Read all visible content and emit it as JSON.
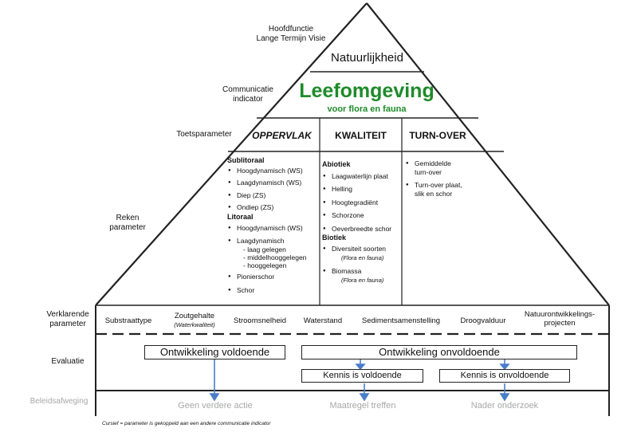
{
  "left_labels": {
    "hoofdfunctie": "Hoofdfunctie\nLange Termijn Visie",
    "communicatie": "Communicatie\nindicator",
    "toets": "Toetsparameter",
    "reken": "Reken\nparameter",
    "verklarend": "Verklarende\nparameter",
    "evaluatie": "Evaluatie",
    "beleid": "Beleidsafweging"
  },
  "apex": "Natuurlijkheid",
  "communication_indicator": {
    "title": "Leefomgeving",
    "subtitle": "voor flora en fauna"
  },
  "test_parameters": [
    "OPPERVLAK",
    "KWALITEIT",
    "TURN-OVER"
  ],
  "oppervlak": {
    "sub_heading": "Sublitoraal",
    "sub_items": [
      "Hoogdynamisch (WS)",
      "Laagdynamisch (WS)",
      "Diep (ZS)",
      "Ondiep (ZS)"
    ],
    "lit_heading": "Litoraal",
    "lit_item1": "Hoogdynamisch (WS)",
    "lit_item2": "Laagdynamisch",
    "lit_sub": [
      "- laag gelegen",
      "- middelhooggelegen",
      "- hooggelegen"
    ],
    "lit_item3": "Pionierschor",
    "lit_item4": "Schor"
  },
  "kwaliteit": {
    "abiotiek_heading": "Abiotiek",
    "abiotiek_items": [
      "Laagwaterlijn plaat",
      "Helling",
      "Hoogtegradiënt",
      "Schorzone",
      "Oeverbreedte schor"
    ],
    "biotiek_heading": "Biotiek",
    "biotiek_item1": "Diversiteit soorten",
    "biotiek_item1_note": "(Flora en fauna)",
    "biotiek_item2": "Biomassa",
    "biotiek_item2_note": "(Flora en fauna)"
  },
  "turnover": {
    "item1": "Gemiddelde\nturn-over",
    "item2": "Turn-over plaat,\nslik en schor"
  },
  "explanatory": {
    "substraat": "Substraattype",
    "zoutgehalte": "Zoutgehalte",
    "zoutgehalte_note": "(Waterkwaliteit)",
    "stroming": "Stroomsnelheid",
    "waterstand": "Waterstand",
    "sediment": "Sedimentsamenstelling",
    "droog": "Droogvalduur",
    "natuur": "Natuurontwikkelings-\nprojecten"
  },
  "evaluation": {
    "voldoende": "Ontwikkeling voldoende",
    "onvoldoende": "Ontwikkeling onvoldoende",
    "kennis_ok": "Kennis is voldoende",
    "kennis_nok": "Kennis is onvoldoende"
  },
  "outcomes": {
    "geen": "Geen verdere actie",
    "maatregel": "Maatregel treffen",
    "nader": "Nader onderzoek"
  },
  "footnote": "Cursief = parameter is gekoppeld aan een andere communicatie indicator",
  "colors": {
    "green": "#1e8b2a",
    "arrow": "#4a7fc8",
    "gray_text": "#a8a8a8"
  }
}
